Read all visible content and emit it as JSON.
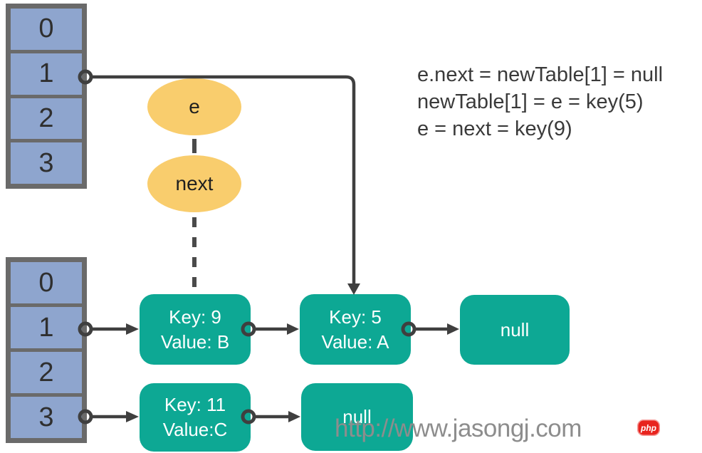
{
  "colors": {
    "cell_blue": "#8EA5CE",
    "border_gray": "#6A6A6A",
    "node_teal": "#0DA894",
    "pointer_yellow": "#F9CD6D",
    "line_dark": "#3F3F3F",
    "code_text": "#3A3A3A",
    "watermark_gray": "#8D8D8D",
    "php_red": "#E8231D"
  },
  "top_table": {
    "cells": [
      "0",
      "1",
      "2",
      "3"
    ]
  },
  "bottom_table": {
    "cells": [
      "0",
      "1",
      "2",
      "3"
    ]
  },
  "pointers": {
    "e_label": "e",
    "next_label": "next"
  },
  "code_lines": {
    "line1": "e.next = newTable[1] = null",
    "line2": "newTable[1] = e = key(5)",
    "line3": "e = next = key(9)"
  },
  "nodes": {
    "key9": {
      "key": "Key: 9",
      "value": "Value: B"
    },
    "key5": {
      "key": "Key: 5",
      "value": "Value: A"
    },
    "null_top": {
      "label": "null"
    },
    "key11": {
      "key": "Key: 11",
      "value": "Value:C"
    },
    "null_bottom": {
      "label": "null"
    }
  },
  "watermark": {
    "url_text": "http://www.jasongj.com"
  },
  "php_badge": {
    "label": "php"
  }
}
